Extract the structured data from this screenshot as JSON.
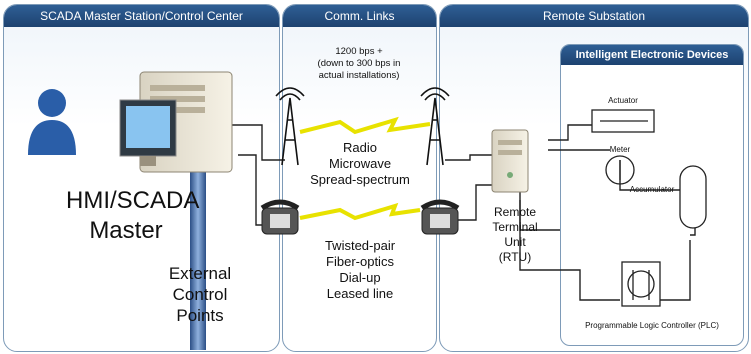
{
  "panels": {
    "master": "SCADA Master Station/Control Center",
    "links": "Comm. Links",
    "remote": "Remote Substation",
    "ied": "Intelligent Electronic Devices"
  },
  "labels": {
    "hmi": "HMI/SCADA\nMaster",
    "external": "External\nControl\nPoints",
    "bps": "1200 bps +\n(down to 300 bps in\nactual installations)",
    "radio": "Radio\nMicrowave\nSpread-spectrum",
    "wired": "Twisted-pair\nFiber-optics\nDial-up\nLeased line",
    "rtu": "Remote\nTerminal\nUnit\n(RTU)",
    "actuator": "Actuator",
    "meter": "Meter",
    "accumulator": "Accumulator",
    "plc": "Programmable Logic Controller (PLC)"
  },
  "icons": [
    "user-icon",
    "computer-icon",
    "radio-tower-icon",
    "telephone-icon",
    "server-icon",
    "actuator-icon",
    "meter-icon",
    "accumulator-icon",
    "plc-icon"
  ],
  "colors": {
    "header": "#1d4270",
    "border": "#7e9bb8",
    "pipe": "#4a6fa8",
    "user": "#2a5ea8",
    "bolt": "#e8e200"
  }
}
